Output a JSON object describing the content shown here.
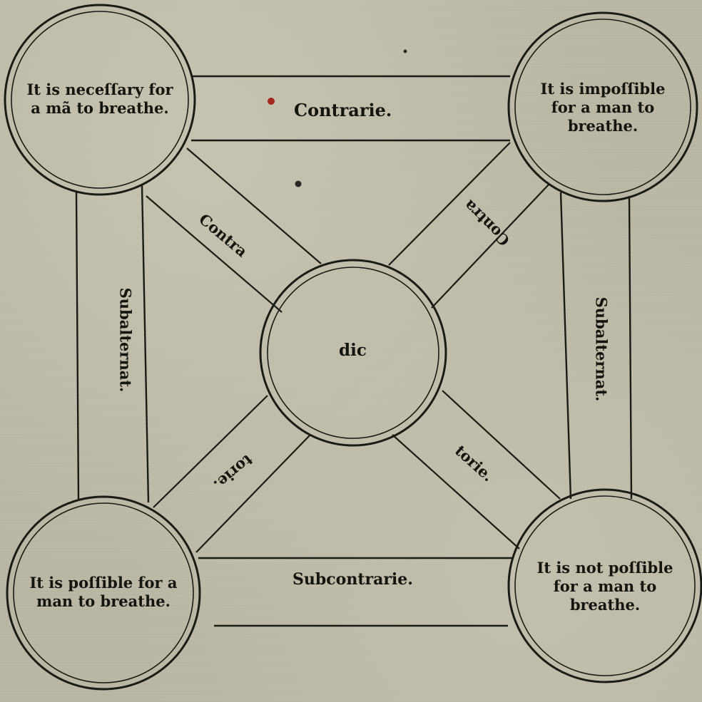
{
  "corners": {
    "top_left": {
      "lines": [
        "It is neceſſary for",
        "a mã to breathe."
      ]
    },
    "top_right": {
      "lines": [
        "It is impoſſible",
        "for a man to",
        "breathe."
      ]
    },
    "bottom_left": {
      "lines": [
        "It is poſſible for a",
        "man to breathe."
      ]
    },
    "bottom_right": {
      "lines": [
        "It is not poſſible",
        "for a man to",
        "breathe."
      ]
    }
  },
  "center": {
    "label": "dic"
  },
  "relations": {
    "top": "Contrarie.",
    "bottom": "Subcontrarie.",
    "left": "Subalternat.",
    "right": "Subalternat.",
    "diag_upper_left": "Contra",
    "diag_upper_right": "Contra",
    "diag_lower_left": "torie.",
    "diag_lower_right": "torie."
  },
  "colors": {
    "paper": "#bab7a5",
    "ink": "#1b1a16",
    "red_dot": "#a5281c"
  }
}
